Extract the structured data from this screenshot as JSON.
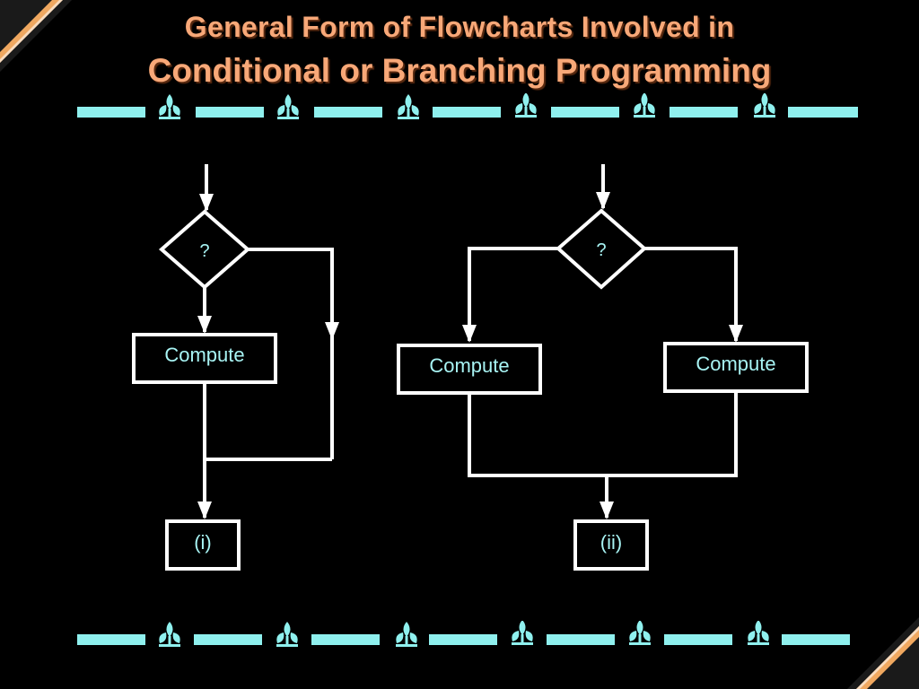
{
  "slide": {
    "title_line1": "General Form of Flowcharts Involved in",
    "title_line2": "Conditional or Branching Programming"
  },
  "diagram_left": {
    "decision_label": "?",
    "process_label": "Compute",
    "caption": "(i)"
  },
  "diagram_right": {
    "decision_label": "?",
    "left_process_label": "Compute",
    "right_process_label": "Compute",
    "caption": "(ii)"
  },
  "colors": {
    "background": "#000000",
    "title": "#f8a878",
    "ornament": "#8ff0ee",
    "label_text": "#a8f4f4",
    "lines": "#ffffff",
    "corner_accent": "#f0a860"
  }
}
